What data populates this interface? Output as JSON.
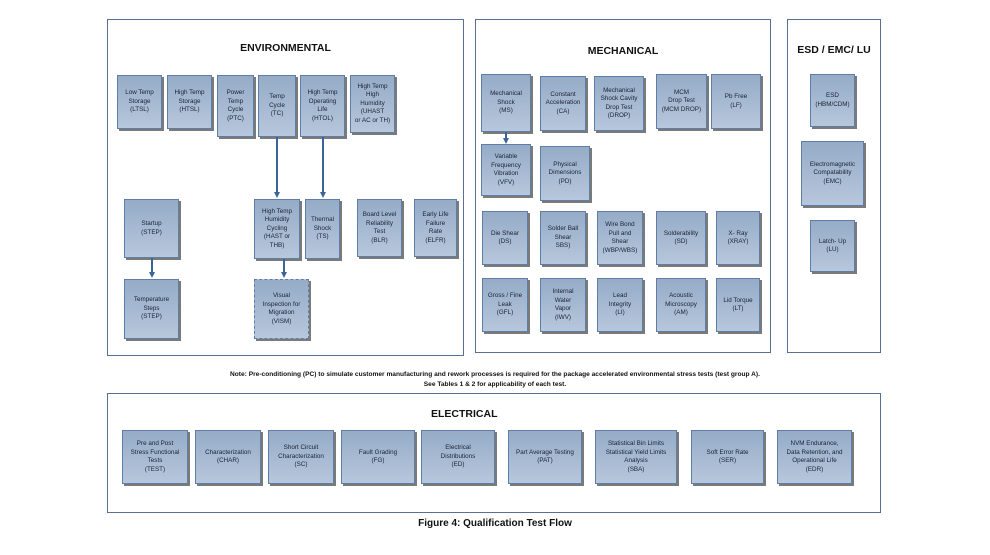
{
  "environmental": {
    "title": "ENVIRONMENTAL",
    "tests": [
      {
        "id": "ltsl",
        "label": "Low Temp\nStorage\n(LTSL)"
      },
      {
        "id": "htsl",
        "label": "High Temp\nStorage\n(HTSL)"
      },
      {
        "id": "ptc",
        "label": "Power\nTemp\nCycle\n(PTC)"
      },
      {
        "id": "tc",
        "label": "Temp\nCycle\n(TC)"
      },
      {
        "id": "htol",
        "label": "High Temp\nOperating\nLife\n(HTOL)"
      },
      {
        "id": "uhast",
        "label": "High Temp\nHigh\nHumidity\n(UHAST\nor AC or TH)"
      },
      {
        "id": "startup",
        "label": "Startup\n(STEP)"
      },
      {
        "id": "hast",
        "label": "High Temp\nHumidity\nCycling\n(HAST or\nTHB)"
      },
      {
        "id": "ts",
        "label": "Thermal\nShock\n(TS)"
      },
      {
        "id": "blr",
        "label": "Board Level\nReliability\nTest\n(BLR)"
      },
      {
        "id": "elfr",
        "label": "Early Life\nFailure\nRate\n(ELFR)"
      },
      {
        "id": "tempsteps",
        "label": "Temperature\nSteps\n(STEP)"
      },
      {
        "id": "vism",
        "label": "Visual\nInspection for\nMigration\n(VISM)"
      }
    ]
  },
  "mechanical": {
    "title": "MECHANICAL",
    "tests": [
      {
        "id": "ms",
        "label": "Mechanical\nShock\n(MS)"
      },
      {
        "id": "ca",
        "label": "Constant\nAcceleration\n(CA)"
      },
      {
        "id": "drop",
        "label": "Mechanical\nShock Cavity\nDrop Test\n(DROP)"
      },
      {
        "id": "mcmdrop",
        "label": "MCM\nDrop Test\n(MCM DROP)"
      },
      {
        "id": "lf",
        "label": "Pb Free\n(LF)"
      },
      {
        "id": "vfv",
        "label": "Variable\nFrequency\nVibration\n(VFV)"
      },
      {
        "id": "pd",
        "label": "Physical\nDimensions\n(PD)"
      },
      {
        "id": "ds",
        "label": "Die Shear\n(DS)"
      },
      {
        "id": "sbs",
        "label": "Solder Ball\nShear\nSBS)"
      },
      {
        "id": "wbp",
        "label": "Wire Bond\nPull and\nShear\n(WBP/WBS)"
      },
      {
        "id": "sd",
        "label": "Solderability\n(SD)"
      },
      {
        "id": "xray",
        "label": "X- Ray\n(XRAY)"
      },
      {
        "id": "gfl",
        "label": "Gross / Fine\nLeak\n(GFL)"
      },
      {
        "id": "iwv",
        "label": "Internal\nWater\nVapor\n(IWV)"
      },
      {
        "id": "li",
        "label": "Lead\nIntegrity\n(LI)"
      },
      {
        "id": "am",
        "label": "Acoustic\nMicroscopy\n(AM)"
      },
      {
        "id": "lt",
        "label": "Lid Torque\n(LT)"
      }
    ]
  },
  "esd": {
    "title": "ESD / EMC/ LU",
    "tests": [
      {
        "id": "esd",
        "label": "ESD\n(HBM/CDM)"
      },
      {
        "id": "emc",
        "label": "Electromagnetic\nCompatability\n(EMC)"
      },
      {
        "id": "lu",
        "label": "Latch- Up\n(LU)"
      }
    ]
  },
  "note": {
    "line1": "Note:  Pre-conditioning (PC) to simulate customer manufacturing and rework processes is required for the package accelerated environmental stress tests (test group A).",
    "line2": "See Tables 1 & 2 for applicability of each test."
  },
  "electrical": {
    "title": "ELECTRICAL",
    "tests": [
      {
        "id": "test",
        "label": "Pre and Post\nStress Functional\nTests\n(TEST)"
      },
      {
        "id": "char",
        "label": "Characterization\n(CHAR)"
      },
      {
        "id": "sc",
        "label": "Short Circuit\nCharacterization\n(SC)"
      },
      {
        "id": "fg",
        "label": "Fault Grading\n(FG)"
      },
      {
        "id": "ed",
        "label": "Electrical\nDistributions\n(ED)"
      },
      {
        "id": "pat",
        "label": "Part Average Testing\n(PAT)"
      },
      {
        "id": "sba",
        "label": "Statistical Bin Limits\nStatistical Yield Limits\nAnalysis\n(SBA)"
      },
      {
        "id": "ser",
        "label": "Soft Error Rate\n(SER)"
      },
      {
        "id": "edr",
        "label": "NVM Endurance,\nData Retention, and\nOperational Life\n(EDR)"
      }
    ]
  },
  "caption": "Figure 4:  Qualification Test Flow"
}
